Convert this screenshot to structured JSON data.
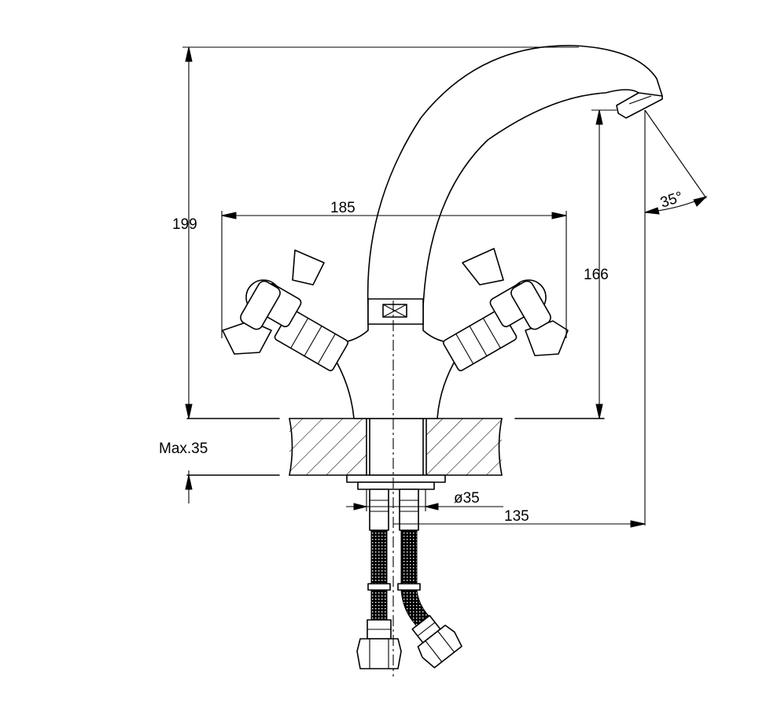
{
  "dimensions": {
    "overall_height": "199",
    "handle_span": "185",
    "spout_height": "166",
    "max_thickness": "Max.35",
    "hole_diameter": "ø35",
    "spout_reach": "135",
    "spout_angle": "35°"
  },
  "colors": {
    "line": "#000000",
    "background": "#ffffff"
  }
}
